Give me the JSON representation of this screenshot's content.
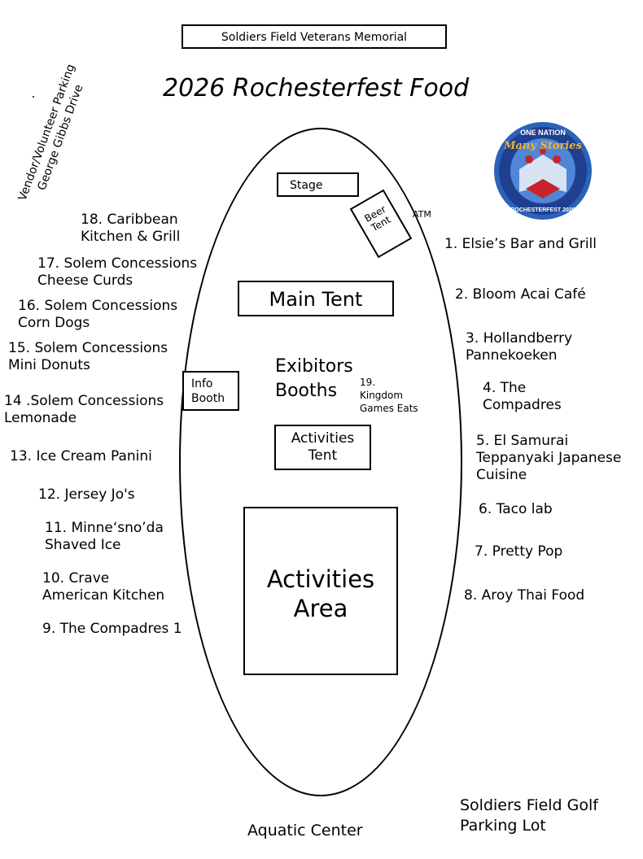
{
  "header": {
    "venue": "Soldiers Field Veterans Memorial",
    "title": "2026 Rochesterfest Food"
  },
  "parking_side": "Vendor/Volunteer Parking\nGeorge Gibbs Drive",
  "logo": {
    "top_text": "ONE NATION",
    "script_text": "Many Stories",
    "bottom_text": "ROCHESTERFEST 2026"
  },
  "map": {
    "stage": "Stage",
    "beer_tent": "Beer\nTent",
    "atm": "ATM",
    "main_tent": "Main Tent",
    "info_booth": "Info\nBooth",
    "exhibitors": "Exibitors\nBooths",
    "kingdom": "19.\nKingdom\nGames Eats",
    "activities_tent": "Activities\nTent",
    "activities_area": "Activities\nArea"
  },
  "vendors_right": [
    "1. Elsie’s Bar and Grill",
    "2. Bloom Acai Café",
    "3. Hollandberry\n Pannekoeken",
    "4. The\nCompadres",
    "5. El Samurai\nTeppanyaki Japanese\nCuisine",
    "6. Taco lab",
    "7. Pretty Pop",
    "8. Aroy Thai Food"
  ],
  "vendors_left": [
    "18. Caribbean\nKitchen & Grill",
    "17. Solem Concessions\nCheese Curds",
    "16. Solem Concessions\nCorn Dogs",
    "15. Solem Concessions\n Mini Donuts",
    "14 .Solem Concessions\nLemonade",
    "13. Ice Cream Panini",
    "12. Jersey Jo's",
    "11. Minne‘sno’da\nShaved Ice",
    "10. Crave\nAmerican Kitchen",
    "9. The Compadres 1"
  ],
  "bottom": {
    "aquatic": "Aquatic Center",
    "golf": "Soldiers Field Golf\nParking Lot"
  },
  "colors": {
    "logo_blue": "#1f3f8f",
    "logo_red": "#c8232c",
    "logo_gold": "#f2b233"
  }
}
